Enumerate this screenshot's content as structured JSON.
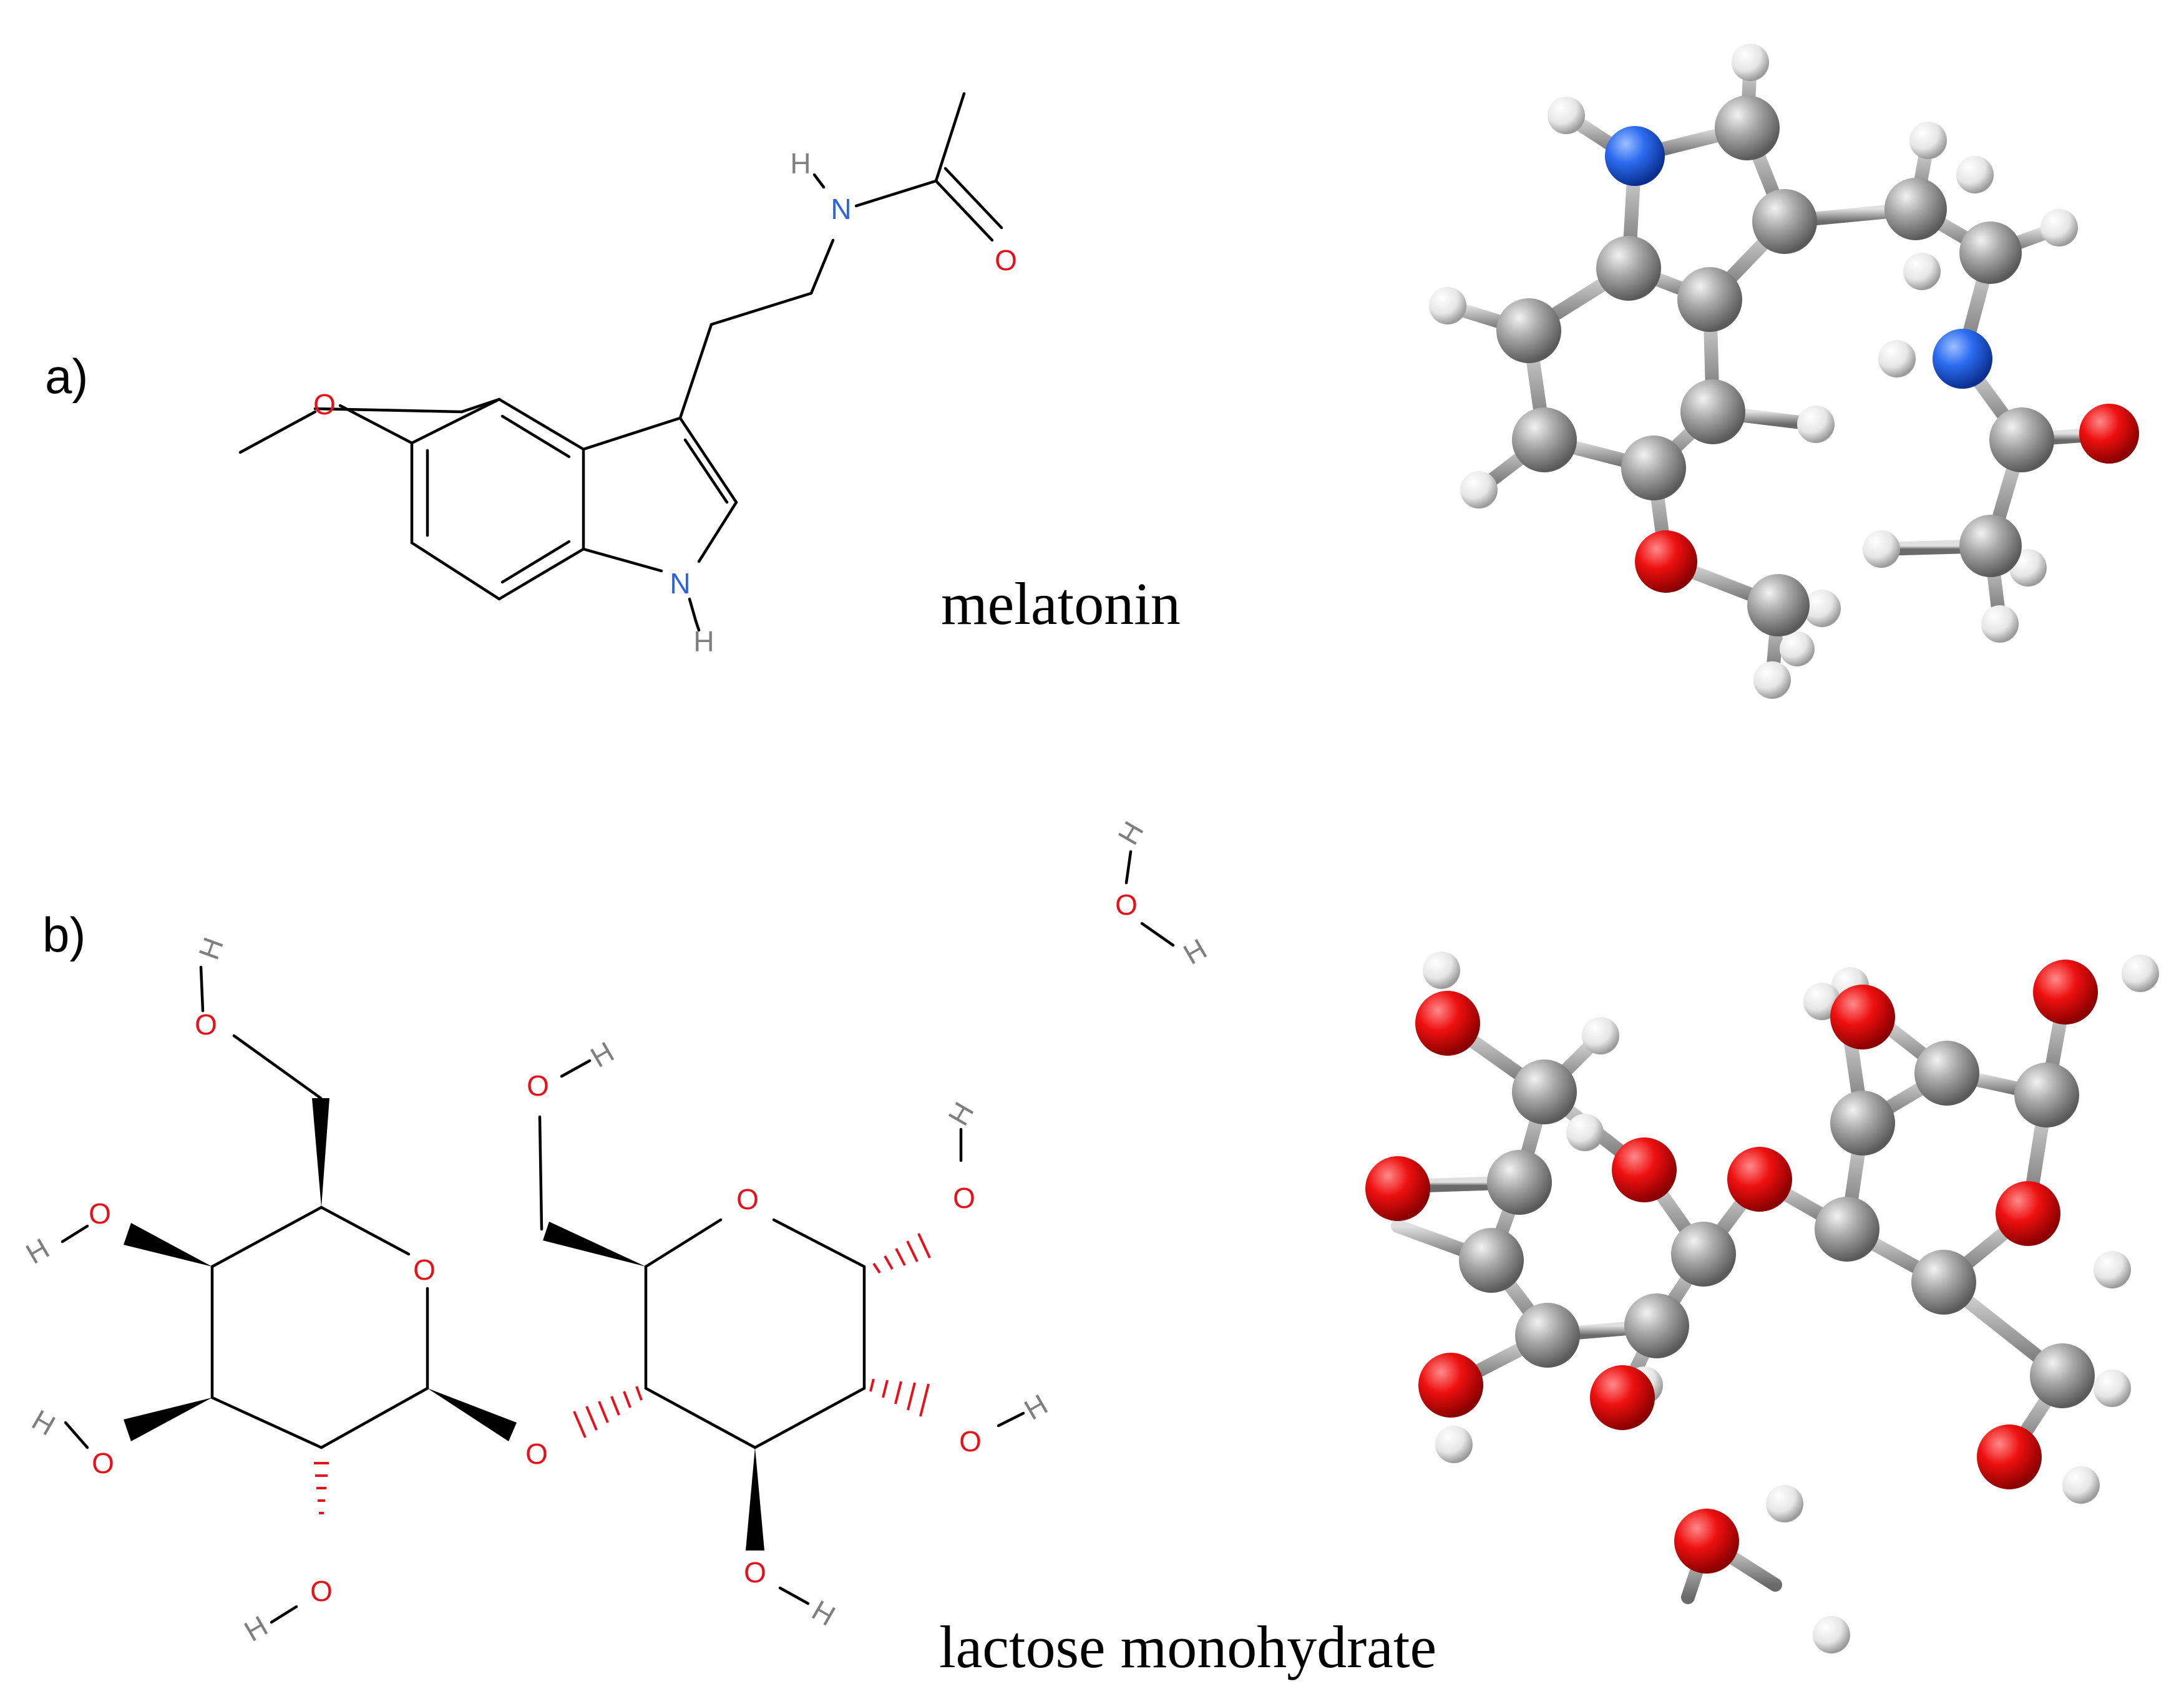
{
  "panels": {
    "a": {
      "label": "a)",
      "caption": "melatonin"
    },
    "b": {
      "label": "b)",
      "caption": "lactose monohydrate"
    }
  },
  "atoms": {
    "N": "N",
    "H": "H",
    "O": "O"
  },
  "colors": {
    "oxygen": "#e8101a",
    "nitrogen": "#2a62e8",
    "hydrogen_label": "#7f7f7f",
    "carbon_ball": "#9a9a9a",
    "hydrogen_ball": "#f4f4f4",
    "bond": "#000000"
  }
}
